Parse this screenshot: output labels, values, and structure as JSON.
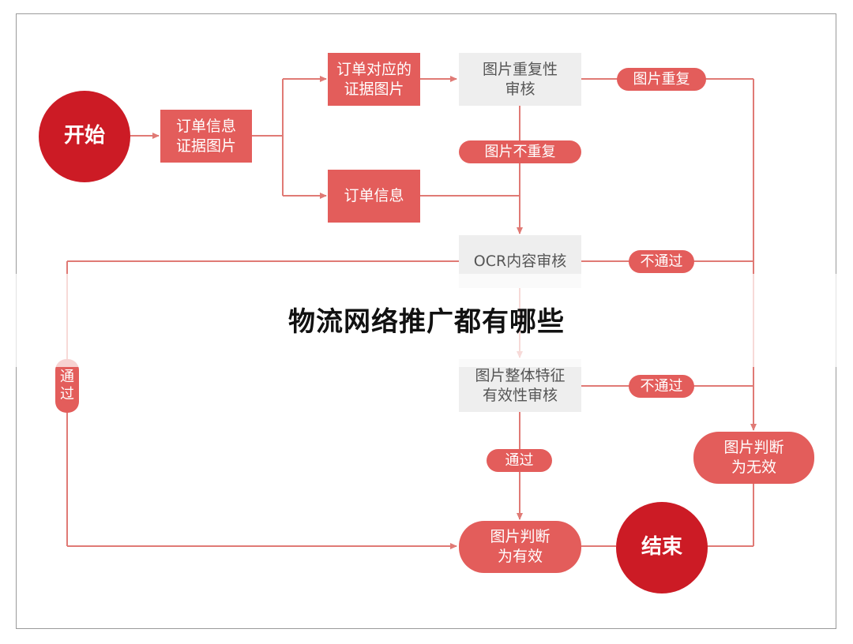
{
  "nodes": {
    "start": "开始",
    "order_info_image": "订单信息\n证据图片",
    "order_evidence_image": "订单对应的\n证据图片",
    "order_info": "订单信息",
    "duplicate_review": "图片重复性\n审核",
    "ocr_review": "OCR内容审核",
    "overall_review": "图片整体特征\n有效性审核",
    "valid": "图片判断\n为有效",
    "invalid": "图片判断\n为无效",
    "end": "结束"
  },
  "labels": {
    "duplicate": "图片重复",
    "not_duplicate": "图片不重复",
    "ocr_fail": "不通过",
    "overall_fail": "不通过",
    "ocr_pass": "通\n过",
    "overall_pass": "通过"
  },
  "overlay": {
    "title": "物流网络推广都有哪些"
  },
  "colors": {
    "dark_red": "#cc1b25",
    "red": "#e35d5b",
    "line": "#e07a75",
    "gray_box": "#eeeeee"
  }
}
